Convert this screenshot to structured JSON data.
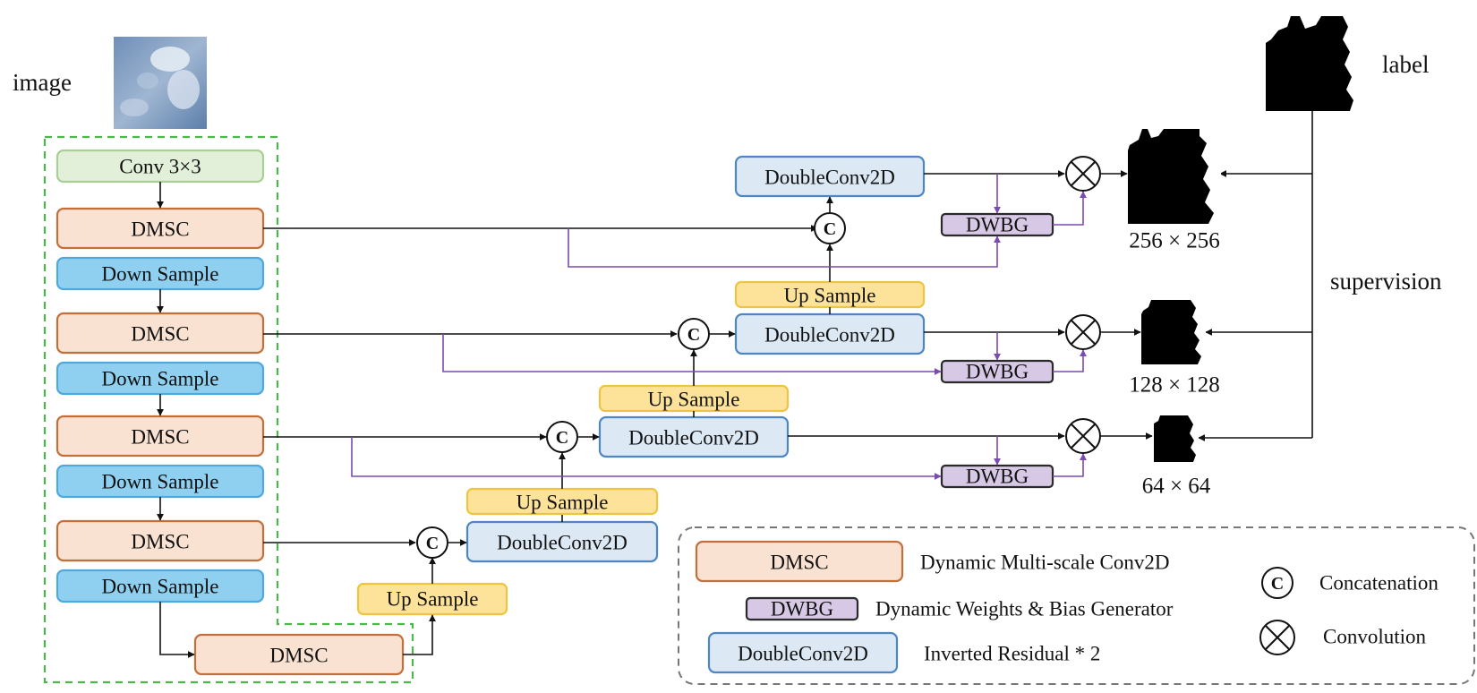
{
  "labels": {
    "image": "image",
    "label": "label",
    "supervision": "supervision"
  },
  "blocks": {
    "conv": "Conv 3×3",
    "dmsc": "DMSC",
    "down_sample": "Down Sample",
    "up_sample": "Up Sample",
    "double_conv": "DoubleConv2D",
    "dwbg": "DWBG"
  },
  "operators": {
    "concat_symbol": "C"
  },
  "outputs": {
    "size_256": "256 × 256",
    "size_128": "128 × 128",
    "size_64": "64 × 64"
  },
  "legend": {
    "dmsc_key": "DMSC",
    "dmsc_desc": "Dynamic Multi-scale Conv2D",
    "dwbg_key": "DWBG",
    "dwbg_desc": "Dynamic Weights & Bias Generator",
    "double_conv_key": "DoubleConv2D",
    "double_conv_desc": "Inverted Residual * 2",
    "concat_desc": "Concatenation",
    "conv_desc": "Convolution"
  },
  "colors": {
    "conv_fill": "#e2efd9",
    "dmsc_fill": "#f9e2d2",
    "down_sample_fill": "#8fd0f0",
    "up_sample_fill": "#fde39a",
    "double_conv_fill": "#dce9f5",
    "dwbg_fill": "#d7c9e6",
    "encoder_border": "#4cb84c",
    "dwbg_connector": "#7a4bb0"
  }
}
